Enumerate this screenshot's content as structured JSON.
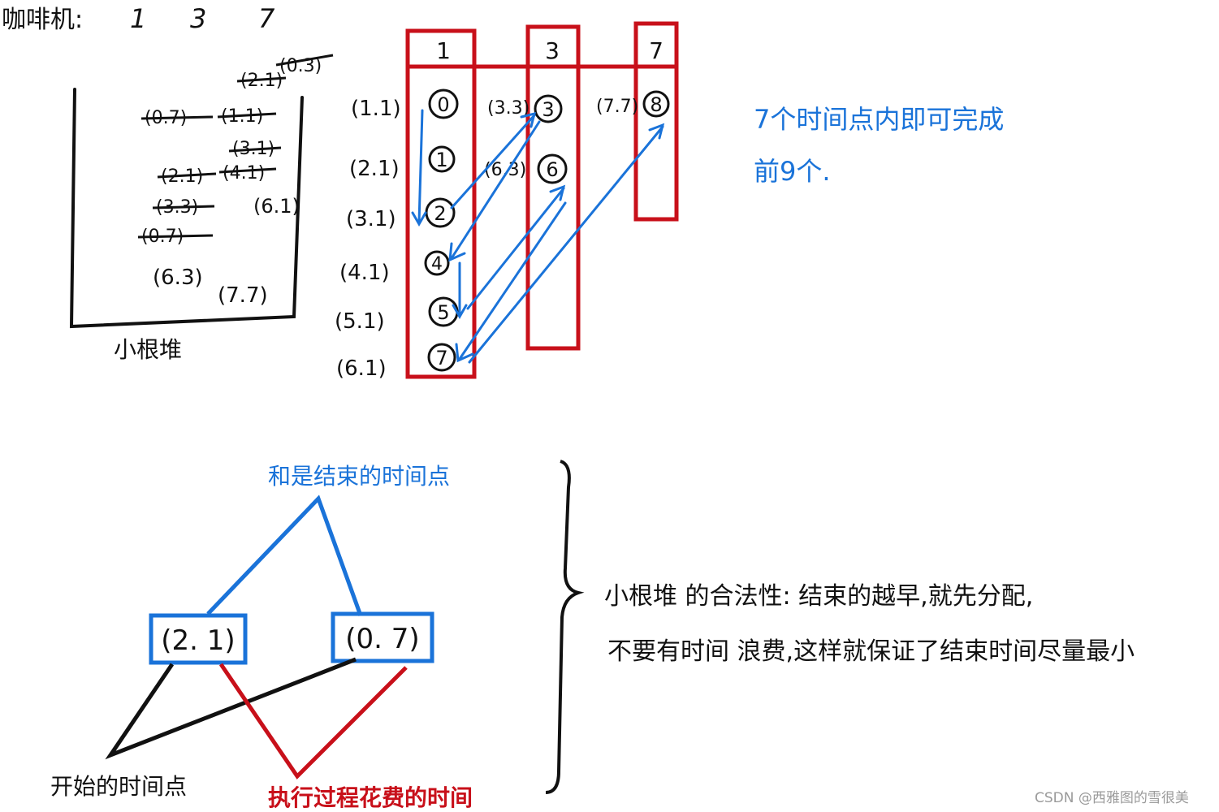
{
  "header": {
    "label": "咖啡机:",
    "machines": [
      "1",
      "3",
      "7"
    ]
  },
  "heap": {
    "caption": "小根堆",
    "struck_entries": [
      "(2.1)",
      "(0.3)",
      "(0.7)",
      "(1.1)",
      "(3.1)",
      "(2.1)",
      "(4.1)",
      "(3.3)",
      "(0.7)"
    ],
    "remaining_entries": [
      "(6.1)",
      "(6.3)",
      "(7.7)"
    ]
  },
  "timeline": {
    "row_labels": [
      "(1.1)",
      "(2.1)",
      "(3.1)",
      "(4.1)",
      "(5.1)",
      "(6.1)"
    ],
    "machine_1": {
      "header": "1",
      "cells": [
        "0",
        "1",
        "2",
        "4",
        "5",
        "7"
      ]
    },
    "gap_labels_1_3": [
      "(3.3)",
      "(6.3)"
    ],
    "machine_3": {
      "header": "3",
      "cells": [
        "3",
        "6"
      ]
    },
    "gap_label_3_7": "(7.7)",
    "machine_7": {
      "header": "7",
      "cells": [
        "8"
      ]
    },
    "note_line1": "7个时间点内即可完成",
    "note_line2": "前9个."
  },
  "tree": {
    "root_label": "和是结束的时间点",
    "left_node": "(2. 1)",
    "right_node": "(0. 7)",
    "black_label": "开始的时间点",
    "red_label": "执行过程花费的时间"
  },
  "explanation": {
    "line1": "小根堆 的合法性: 结束的越早,就先分配,",
    "line2": "不要有时间 浪费,这样就保证了结束时间尽量最小"
  },
  "watermark": "CSDN @西雅图的雪很美",
  "colors": {
    "ink": "#111111",
    "blue": "#1a73d9",
    "red": "#c8101a"
  }
}
